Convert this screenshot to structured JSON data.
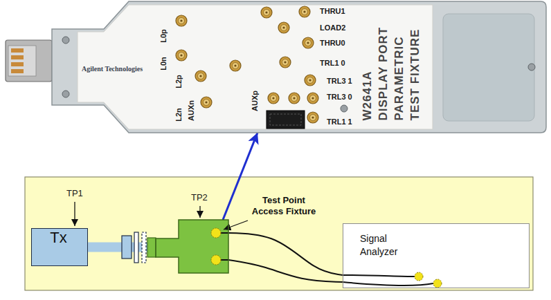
{
  "diagram": {
    "nodes": [
      {
        "text": [
          "Agilent Technologies",
          "W2641A DISPLAY PORT PARAMETRIC TEST FIXTURE"
        ]
      },
      {
        "text": [
          "Tx"
        ]
      },
      {
        "text": [
          "Test Point Access Fixture"
        ]
      },
      {
        "text": [
          "Signal Analyzer"
        ]
      }
    ],
    "edges": [
      {
        "from": 1,
        "to": 2,
        "arrow": "none"
      },
      {
        "from": 2,
        "to": 3,
        "arrow": "none"
      },
      {
        "from": 2,
        "to": 3,
        "arrow": "none"
      },
      {
        "from": 2,
        "to": 0,
        "arrow": "to"
      }
    ],
    "labels": [
      "THRU1",
      "LOAD2",
      "THRU0",
      "TRL1 0",
      "TRL3 1",
      "TRL3 0",
      "TRL1 1",
      "L0p",
      "L0n",
      "L2p",
      "L2n",
      "AUXn",
      "AUXp",
      "TP1",
      "TP2"
    ]
  }
}
